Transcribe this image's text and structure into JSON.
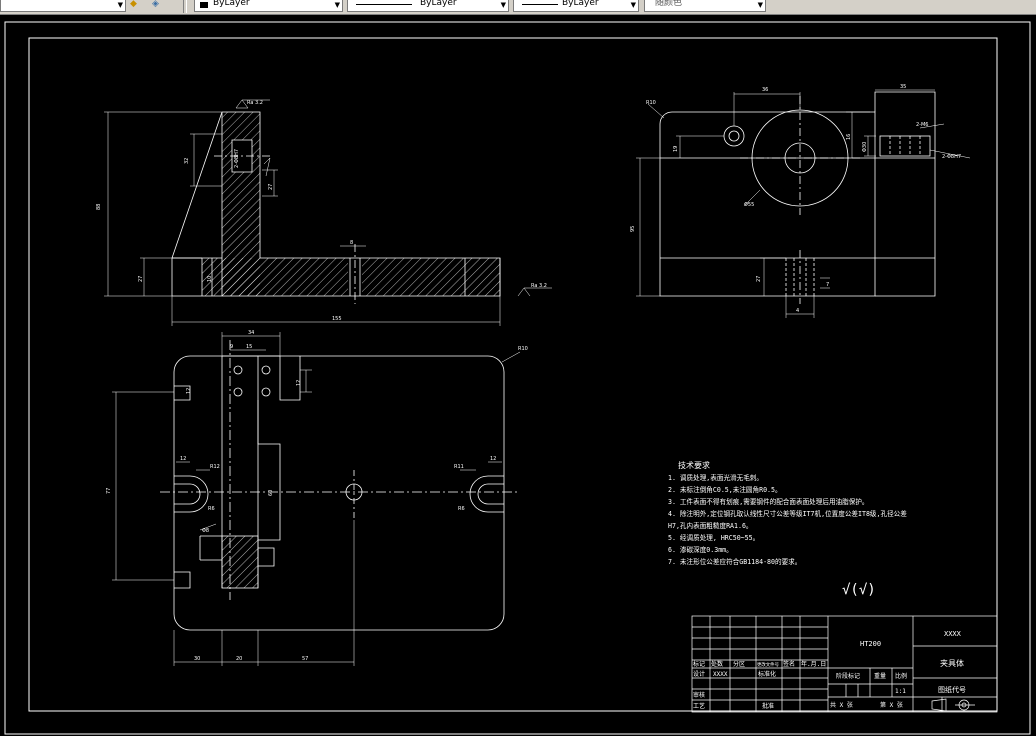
{
  "toolbar": {
    "layer_combo": {
      "value": "ByLayer"
    },
    "linetype_combo": {
      "value": "ByLayer"
    },
    "lineweight_combo": {
      "value": "ByLayer"
    },
    "color_combo": {
      "value": "随颜色"
    }
  },
  "drawing": {
    "roughness_top": "Ra 3.2",
    "roughness_right": "Ra 3.2",
    "dims": {
      "front_height": "88",
      "front_upper": "32",
      "front_base": "27",
      "front_10": "10",
      "front_width": "155",
      "front_hole": "8",
      "front_bore": "2-Φ8H7",
      "side_r10": "R10",
      "side_36": "36",
      "side_35": "35",
      "side_19": "19",
      "side_95": "95",
      "side_16": "16",
      "side_phi55": "Φ55",
      "side_phi30": "Φ30",
      "side_holes": "2-M6",
      "side_holes2": "2-Φ8H7",
      "side_27": "27",
      "side_7": "7",
      "side_4": "4",
      "top_34": "34",
      "top_9": "9",
      "top_15": "15",
      "top_12": "12",
      "top_77": "77",
      "top_12b": "12",
      "top_r12": "R12",
      "top_r11": "R11",
      "top_r6": "R6",
      "top_r6b": "R6",
      "top_12c": "12",
      "top_60": "60",
      "top_phi8": "Φ8",
      "top_r10": "R10",
      "top_30": "30",
      "top_20": "20",
      "top_57": "57",
      "top_12d": "12"
    }
  },
  "notes": {
    "title": "技术要求",
    "lines": [
      "1. 调质处理,表面光滑无毛刺。",
      "2. 未标注倒角C0.5,未注圆角R0.5。",
      "3. 工件表面不得有划痕,需要钢件的配合面表面处理后用油脂保护。",
      "4. 除注明外,定位钢孔取认线性尺寸公差等级IT7机,位置度公差IT8级,孔径公差",
      "H7,孔内表面粗糙度RA1.6。",
      "5. 经调质处理, HRC50~55。",
      "6. 渗碳深度0.3mm。",
      "7. 未注形位公差应符合GB1184-80的要求。"
    ],
    "other_roughness": "√(√)"
  },
  "title_block": {
    "material": "HT200",
    "company": "XXXX",
    "part_name": "夹具体",
    "drawing_no": "图纸代号",
    "col_labels": [
      "标记",
      "处数",
      "分区",
      "更改文件号",
      "签名",
      "年.月.日"
    ],
    "designer_label": "设计",
    "designer_name": "XXXX",
    "standard_label": "标准化",
    "stage_label": "阶段标记",
    "weight_label": "重量",
    "scale_label": "比例",
    "scale_value": "1:1",
    "review_label": "审核",
    "process_label": "工艺",
    "approve_label": "批准",
    "sheets_total": "共 X 张",
    "sheet_no": "第 X 张"
  }
}
